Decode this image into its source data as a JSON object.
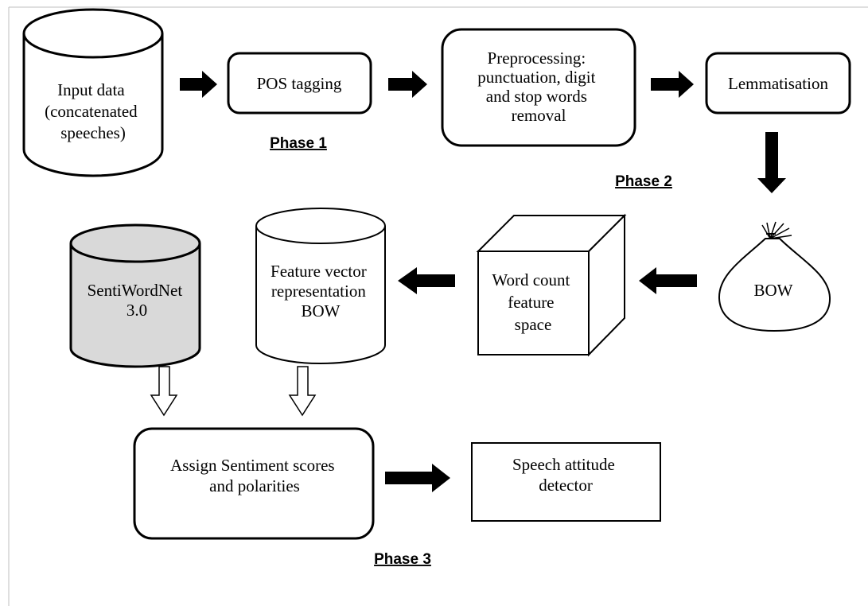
{
  "nodes": {
    "input": {
      "lines": [
        "Input data",
        "(concatenated",
        "speeches)"
      ]
    },
    "pos": {
      "lines": [
        "POS tagging"
      ]
    },
    "preprocessing": {
      "lines": [
        "Preprocessing:",
        "punctuation, digit",
        "and stop words",
        "removal"
      ]
    },
    "lemmatisation": {
      "lines": [
        "Lemmatisation"
      ]
    },
    "bow": {
      "lines": [
        "BOW"
      ]
    },
    "wordcount": {
      "lines": [
        "Word count",
        "feature",
        "space"
      ]
    },
    "featurevector": {
      "lines": [
        "Feature vector",
        "representation",
        "BOW"
      ]
    },
    "sentiwordnet": {
      "lines": [
        "SentiWordNet",
        "3.0"
      ]
    },
    "assign": {
      "lines": [
        "Assign Sentiment scores",
        "and polarities"
      ]
    },
    "detector": {
      "lines": [
        "Speech attitude",
        "detector"
      ]
    }
  },
  "phases": {
    "phase1": "Phase 1",
    "phase2": "Phase 2",
    "phase3": "Phase 3"
  },
  "colors": {
    "stroke": "#000000",
    "sentiwordnet_fill": "#d9d9d9",
    "frame": "#bfbfbf"
  }
}
